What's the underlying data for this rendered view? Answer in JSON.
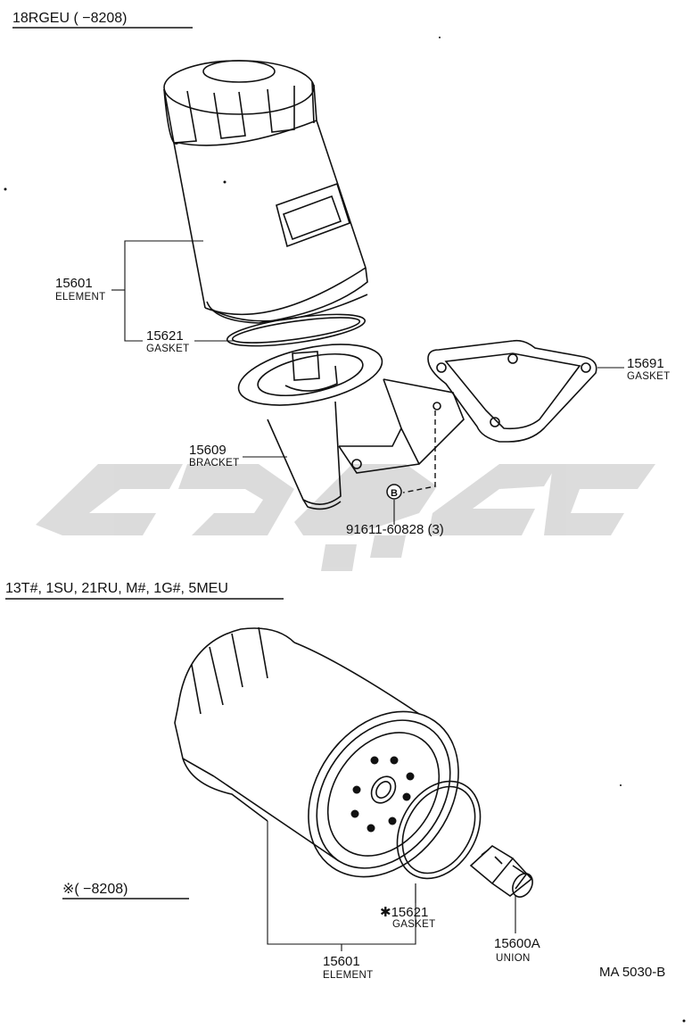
{
  "sections": [
    {
      "header": "18RGEU (      −8208)"
    },
    {
      "header": "13T#, 1SU, 21RU, M#, 1G#, 5MEU"
    }
  ],
  "note_header": "※(       −8208)",
  "watermark_color": "#d8d8d8",
  "callouts_top": [
    {
      "number": "15601",
      "name": "ELEMENT"
    },
    {
      "number": "15621",
      "name": "GASKET"
    },
    {
      "number": "15691",
      "name": "GASKET"
    },
    {
      "number": "15609",
      "name": "BRACKET"
    },
    {
      "number": "91611-60828 (3)",
      "name": ""
    },
    {
      "number": "B",
      "name": ""
    }
  ],
  "callouts_bottom": [
    {
      "number": "✱15621",
      "name": "GASKET"
    },
    {
      "number": "15600A",
      "name": "UNION"
    },
    {
      "number": "15601",
      "name": "ELEMENT"
    }
  ],
  "figure_code": "MA 5030-B"
}
